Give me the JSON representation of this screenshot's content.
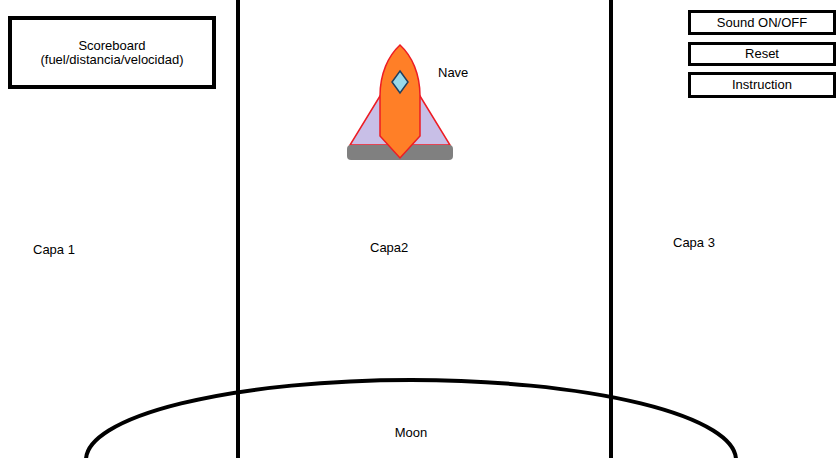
{
  "diagram": {
    "nodes": [
      {
        "text": [
          "Scoreboard (fuel/distancia/velocidad)"
        ]
      },
      {
        "text": [
          "Sound ON/OFF"
        ]
      },
      {
        "text": [
          "Reset"
        ]
      },
      {
        "text": [
          "Instruction"
        ]
      },
      {
        "text": [
          "Moon"
        ]
      }
    ],
    "labels": [
      "Nave",
      "Capa 1",
      "Capa2",
      "Capa 3"
    ]
  }
}
